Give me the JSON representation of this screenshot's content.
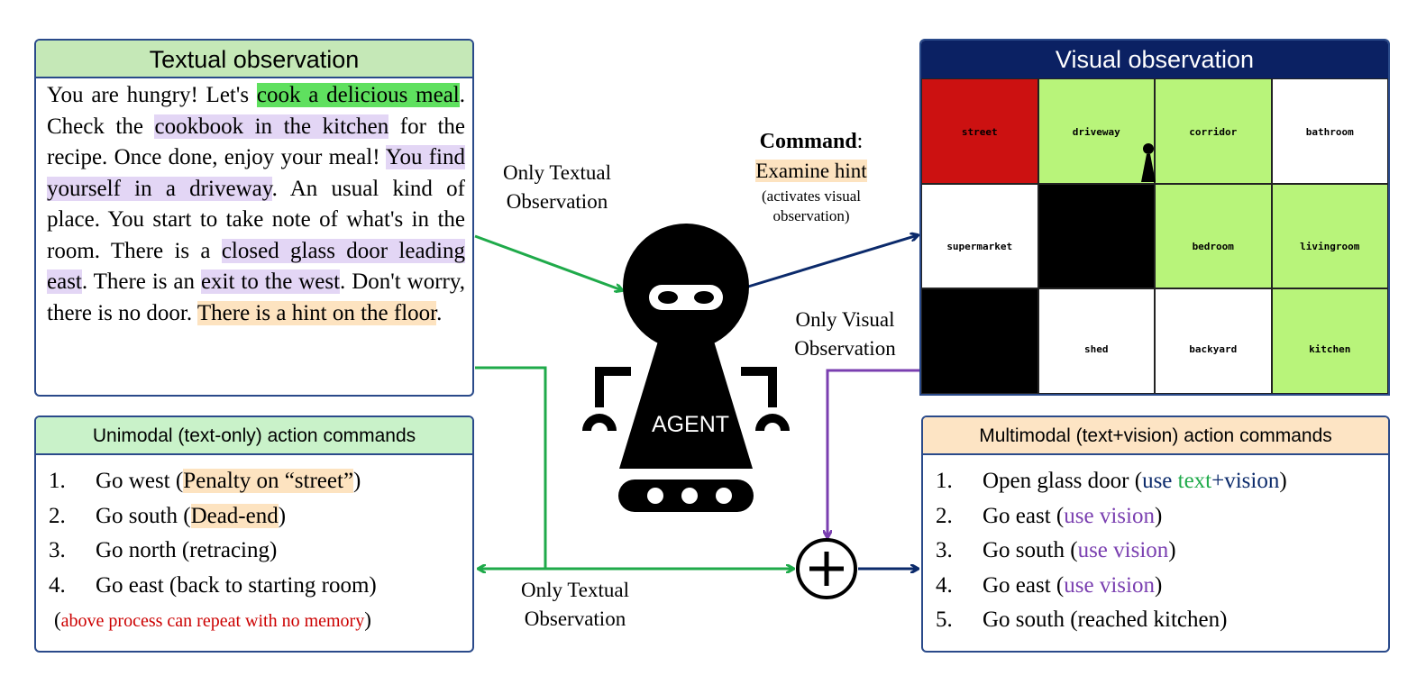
{
  "textual": {
    "title": "Textual observation",
    "segments": [
      {
        "t": "You are hungry! Let's ",
        "h": ""
      },
      {
        "t": "cook a delicious meal",
        "h": "g"
      },
      {
        "t": ". Check the ",
        "h": ""
      },
      {
        "t": "cookbook in the kitchen",
        "h": "p"
      },
      {
        "t": " for the recipe. Once done, enjoy your meal! ",
        "h": ""
      },
      {
        "t": "You find yourself in a driveway",
        "h": "p"
      },
      {
        "t": ". An usual kind of place. You start to take note of what's in the room. There is a ",
        "h": ""
      },
      {
        "t": "closed glass door leading east",
        "h": "p"
      },
      {
        "t": ". There is an ",
        "h": ""
      },
      {
        "t": "exit to the west",
        "h": "p"
      },
      {
        "t": ". Don't worry, there is no door. ",
        "h": ""
      },
      {
        "t": "There is a hint on the floor",
        "h": "o"
      },
      {
        "t": ".",
        "h": ""
      }
    ]
  },
  "unimodal": {
    "title": "Unimodal (text-only) action commands",
    "items": [
      {
        "num": "1.",
        "pre": "Go west (",
        "hl": "Penalty on “street”",
        "post": ")"
      },
      {
        "num": "2.",
        "pre": "Go south (",
        "hl": "Dead-end",
        "post": ")"
      },
      {
        "num": "3.",
        "pre": "Go north (retracing)",
        "hl": "",
        "post": ""
      },
      {
        "num": "4.",
        "pre": "Go east (back to starting room)",
        "hl": "",
        "post": ""
      }
    ],
    "note_open": "(",
    "note": "above process can repeat with no memory",
    "note_close": ")"
  },
  "visual": {
    "title": "Visual observation",
    "rooms": [
      {
        "name": "street",
        "color": "#cc1111"
      },
      {
        "name": "driveway",
        "color": "#b8f47a"
      },
      {
        "name": "corridor",
        "color": "#b8f47a"
      },
      {
        "name": "bathroom",
        "color": "#ffffff"
      },
      {
        "name": "supermarket",
        "color": "#ffffff"
      },
      {
        "name": "",
        "color": "#000000"
      },
      {
        "name": "bedroom",
        "color": "#b8f47a"
      },
      {
        "name": "livingroom",
        "color": "#b8f47a"
      },
      {
        "name": "",
        "color": "#000000"
      },
      {
        "name": "shed",
        "color": "#ffffff"
      },
      {
        "name": "backyard",
        "color": "#ffffff"
      },
      {
        "name": "kitchen",
        "color": "#b8f47a"
      }
    ]
  },
  "multimodal": {
    "title": "Multimodal (text+vision) action commands",
    "items": [
      {
        "num": "1.",
        "pre": "Open glass door (",
        "p1": "use ",
        "p2": "text",
        "p3": "+vision",
        "post": ")"
      },
      {
        "num": "2.",
        "pre": "Go east (",
        "p1": "use vision",
        "p2": "",
        "p3": "",
        "post": ")"
      },
      {
        "num": "3.",
        "pre": "Go south (",
        "p1": "use vision",
        "p2": "",
        "p3": "",
        "post": ")"
      },
      {
        "num": "4.",
        "pre": "Go east (",
        "p1": "use vision",
        "p2": "",
        "p3": "",
        "post": ")"
      },
      {
        "num": "5.",
        "pre": "Go south (reached kitchen)",
        "p1": "",
        "p2": "",
        "p3": "",
        "post": ""
      }
    ]
  },
  "command": {
    "label": "Command",
    "colon": ":",
    "value": "Examine hint",
    "note1": "(activates visual",
    "note2": "observation)"
  },
  "labels": {
    "only_textual_top_1": "Only Textual",
    "only_textual_top_2": "Observation",
    "only_visual_1": "Only Visual",
    "only_visual_2": "Observation",
    "only_textual_bottom_1": "Only Textual",
    "only_textual_bottom_2": "Observation",
    "agent": "AGENT"
  },
  "colors": {
    "green_arrow": "#1faa4a",
    "navy_arrow": "#0b2a6b",
    "purple_arrow": "#7a3fb0",
    "header_green": "#c5e8b7",
    "header_navy": "#0b2163",
    "header_orange": "#fde4c4",
    "header_lightgreen": "#c9f2c9"
  }
}
